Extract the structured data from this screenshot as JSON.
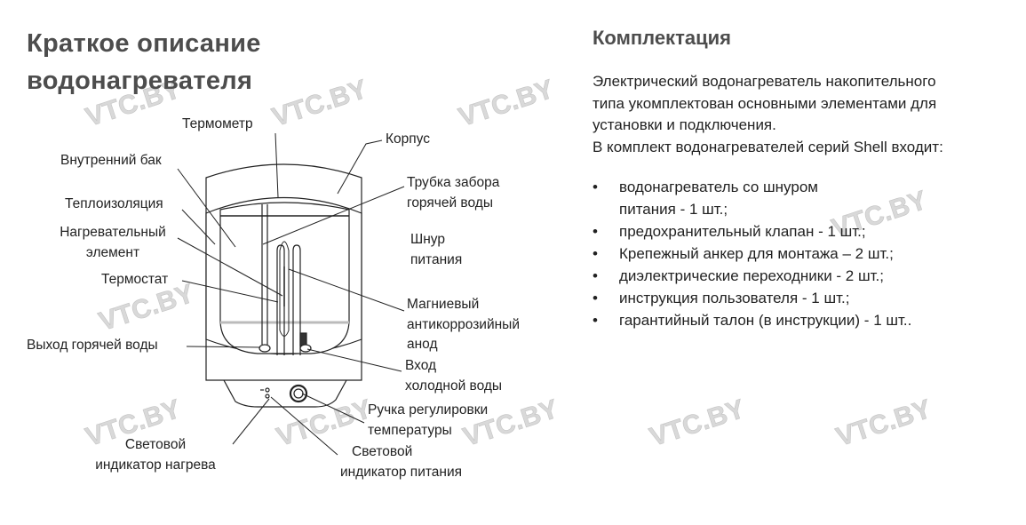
{
  "left": {
    "title_line1": "Краткое описание",
    "title_line2": "водонагревателя",
    "labels": {
      "thermometer": "Термометр",
      "casing": "Корпус",
      "inner_tank": "Внутренний бак",
      "hot_pipe_1": "Трубка забора",
      "hot_pipe_2": "горячей воды",
      "insulation": "Теплоизоляция",
      "heater_1": "Нагревательный",
      "heater_2": "элемент",
      "cord_1": "Шнур",
      "cord_2": "питания",
      "thermostat": "Термостат",
      "anode_1": "Магниевый",
      "anode_2": "антикоррозийный",
      "anode_3": "анод",
      "hot_out": "Выход горячей воды",
      "cold_in_1": "Вход",
      "cold_in_2": "холодной воды",
      "knob_1": "Ручка регулировки",
      "knob_2": "температуры",
      "heat_led_1": "Световой",
      "heat_led_2": "индикатор нагрева",
      "power_led_1": "Световой",
      "power_led_2": "индикатор питания"
    }
  },
  "right": {
    "title": "Комплектация",
    "intro": [
      "Электрический водонагреватель накопительного",
      "типа укомплектован основными элементами для",
      "установки и подключения.",
      "В комплект водонагревателей серий Shell входит:"
    ],
    "bullet": "•",
    "items": [
      {
        "line1": "водонагреватель со шнуром",
        "line2": "питания - 1 шт.;"
      },
      {
        "line1": "предохранительный клапан - 1 шт.;"
      },
      {
        "line1": "Крепежный анкер для монтажа – 2 шт.;"
      },
      {
        "line1": "диэлектрические переходники - 2 шт.;"
      },
      {
        "line1": "инструкция пользователя - 1 шт.;"
      },
      {
        "line1": "гарантийный талон (в инструкции) - 1 шт.."
      }
    ]
  },
  "watermark": "VTC.BY"
}
